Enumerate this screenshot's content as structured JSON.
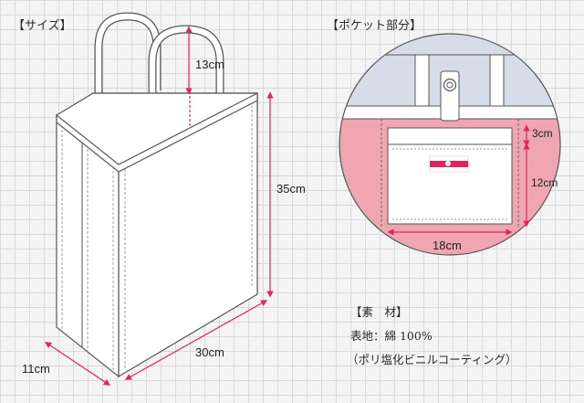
{
  "size_section": {
    "heading": "【サイズ】",
    "dims": {
      "height_handle": "13cm",
      "height": "35cm",
      "width": "30cm",
      "depth": "11cm"
    }
  },
  "pocket_section": {
    "heading": "【ポケット部分】",
    "dims": {
      "pocket_top": "3cm",
      "pocket_height": "12cm",
      "pocket_width": "18cm"
    }
  },
  "material": {
    "heading": "【素　材】",
    "line1": "表地：綿 100%",
    "line2": "（ポリ塩化ビニルコーティング）"
  },
  "colors": {
    "accent": "#e0245e",
    "pink": "#f2aab3",
    "blue": "#d7dde8",
    "outline": "#555555"
  }
}
